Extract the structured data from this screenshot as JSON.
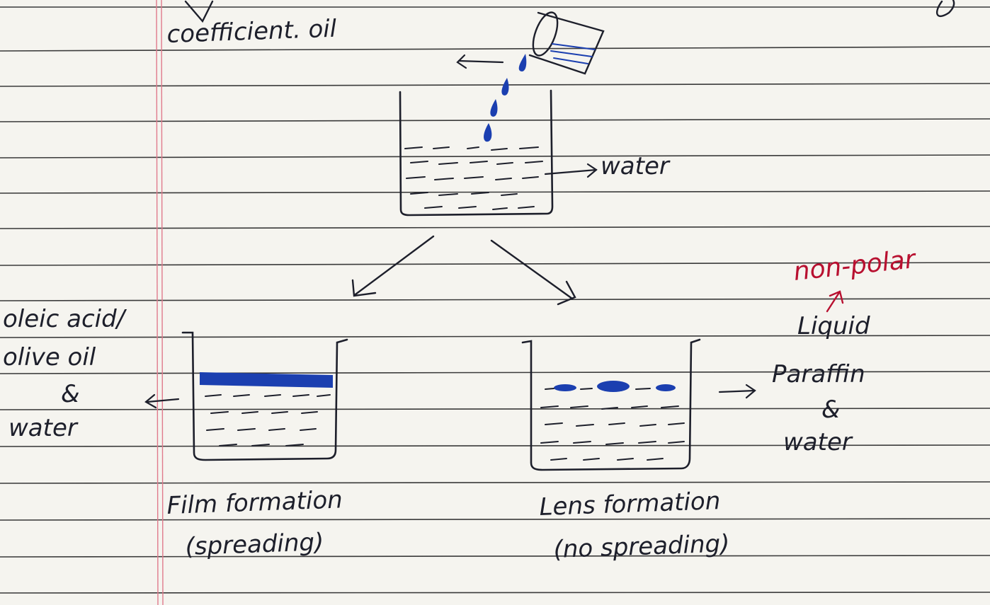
{
  "notes": {
    "top_label": "coefficient. oil",
    "beaker_top_label": "water",
    "left_beaker_label": [
      "oleic acid/",
      "olive oil",
      "&",
      "water"
    ],
    "right_beaker_label": [
      "Liquid",
      "Paraffin",
      "&",
      "water"
    ],
    "non_polar_label": "non-polar",
    "left_caption": [
      "Film formation",
      "(spreading)"
    ],
    "right_caption": [
      "Lens formation",
      "(no spreading)"
    ]
  },
  "colors": {
    "paper": "#f5f4ef",
    "rule_line": "#2a2a2a",
    "margin_line": "#e07a8c",
    "ink": "#1d1f2b",
    "oil_blue": "#1b3fb0",
    "red_ink": "#b81030"
  }
}
